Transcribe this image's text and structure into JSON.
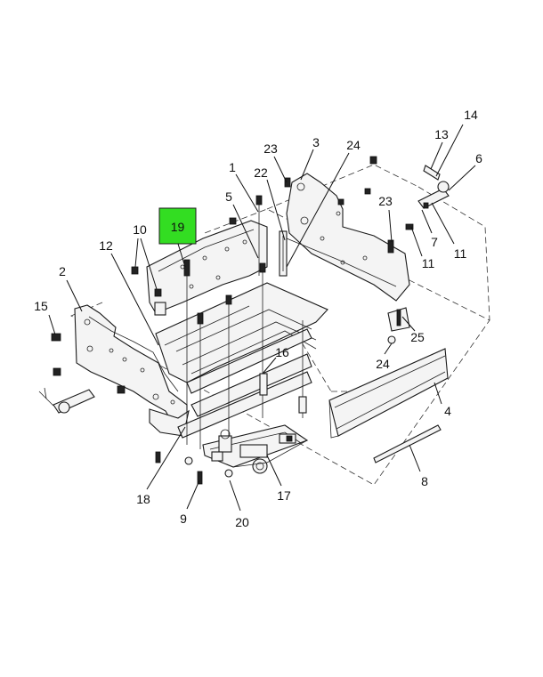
{
  "highlight": {
    "label": "19",
    "color": "#33dd22"
  },
  "callouts": {
    "c1": "1",
    "c2": "2",
    "c3": "3",
    "c4": "4",
    "c5": "5",
    "c6": "6",
    "c7": "7",
    "c8": "8",
    "c9": "9",
    "c10": "10",
    "c11a": "11",
    "c11b": "11",
    "c12": "12",
    "c13": "13",
    "c14": "14",
    "c15": "15",
    "c16": "16",
    "c17": "17",
    "c18": "18",
    "c20": "20",
    "c22": "22",
    "c23a": "23",
    "c23b": "23",
    "c24a": "24",
    "c24b": "24",
    "c25": "25"
  }
}
